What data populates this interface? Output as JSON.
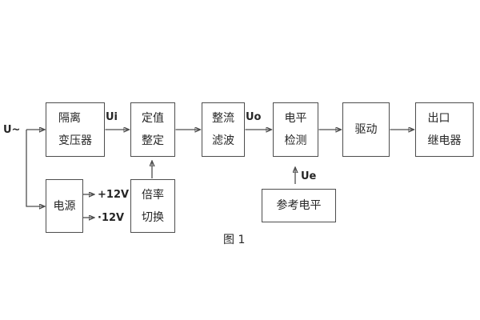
{
  "diagram": {
    "caption": "图 1",
    "input_label": "U~",
    "blocks": {
      "isolation_transformer": {
        "lines": [
          "隔离",
          "变压器"
        ]
      },
      "setting_adjust": {
        "lines": [
          "定值",
          "整定"
        ]
      },
      "rectifier_filter": {
        "lines": [
          "整流",
          "滤波"
        ]
      },
      "level_detect": {
        "lines": [
          "电平",
          "检测"
        ]
      },
      "driver": {
        "lines": [
          "驱动"
        ]
      },
      "output_relay": {
        "lines": [
          "出口",
          "继电器"
        ]
      },
      "power_supply": {
        "lines": [
          "电源"
        ]
      },
      "ratio_switch": {
        "lines": [
          "倍率",
          "切换"
        ]
      },
      "reference_level": {
        "lines": [
          "参考电平"
        ]
      }
    },
    "signals": {
      "ui": "Ui",
      "uo": "Uo",
      "ue": "Ue",
      "plus12": "+12V",
      "minus12": "·12V"
    },
    "colors": {
      "stroke": "#4d4d4d",
      "text": "#262626",
      "background": "#ffffff"
    }
  }
}
